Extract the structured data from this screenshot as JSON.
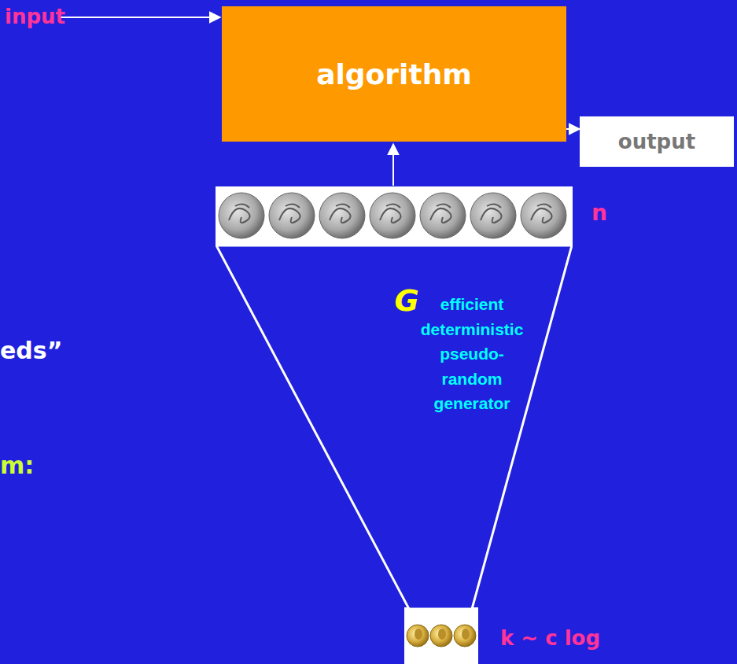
{
  "diagram": {
    "nodes": [
      {
        "text": [
          "algorithm"
        ]
      },
      {
        "text": [
          "output"
        ]
      },
      {
        "text": [
          "G",
          "efficient deterministic pseudo-random generator"
        ]
      }
    ],
    "edges": [
      {
        "from": 0,
        "to": 1,
        "arrow": "to"
      }
    ],
    "labels": [
      "input",
      "n",
      "eds”",
      "m:",
      "k ~ c log"
    ]
  }
}
